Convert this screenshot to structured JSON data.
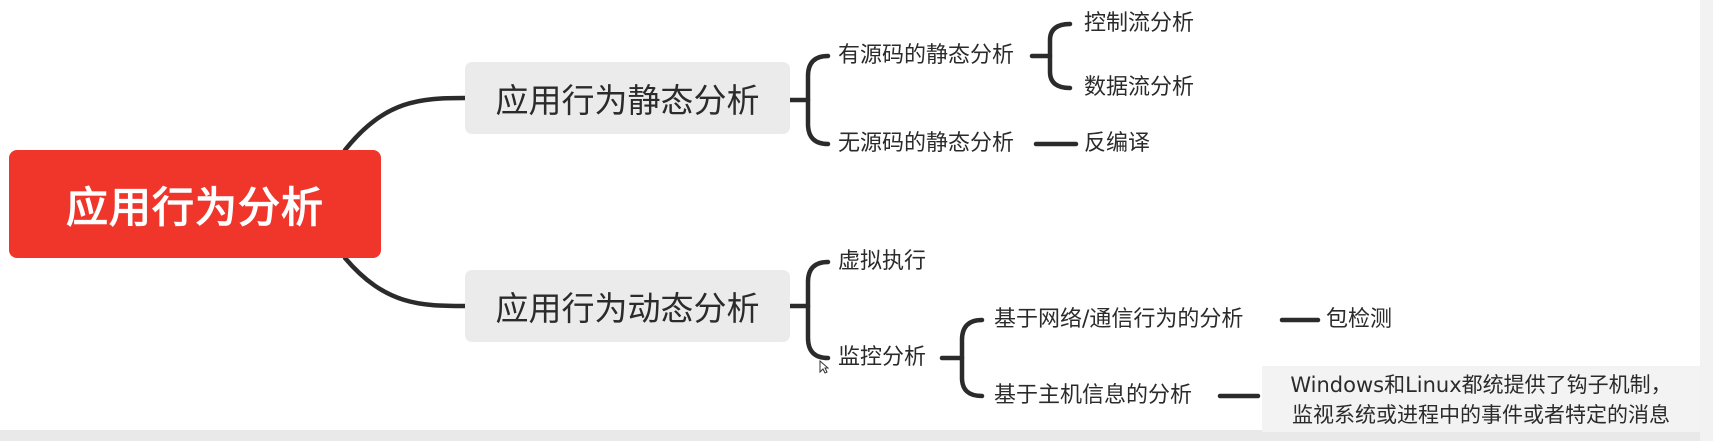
{
  "mindmap": {
    "root": "应用行为分析",
    "static_branch": {
      "label": "应用行为静态分析",
      "with_source": {
        "label": "有源码的静态分析",
        "children": [
          "控制流分析",
          "数据流分析"
        ]
      },
      "without_source": {
        "label": "无源码的静态分析",
        "child": "反编译"
      }
    },
    "dynamic_branch": {
      "label": "应用行为动态分析",
      "virtual_exec": "虚拟执行",
      "monitor": {
        "label": "监控分析",
        "network": {
          "label": "基于网络/通信行为的分析",
          "child": "包检测"
        },
        "host": {
          "label": "基于主机信息的分析",
          "note_line1": "Windows和Linux都统提供了钩子机制，",
          "note_line2": "监视系统或进程中的事件或者特定的消息"
        }
      }
    }
  },
  "colors": {
    "root_bg": "#f0352b",
    "branch_bg": "#ebebeb",
    "line": "#2b2b2b",
    "text": "#2b2b2b"
  }
}
